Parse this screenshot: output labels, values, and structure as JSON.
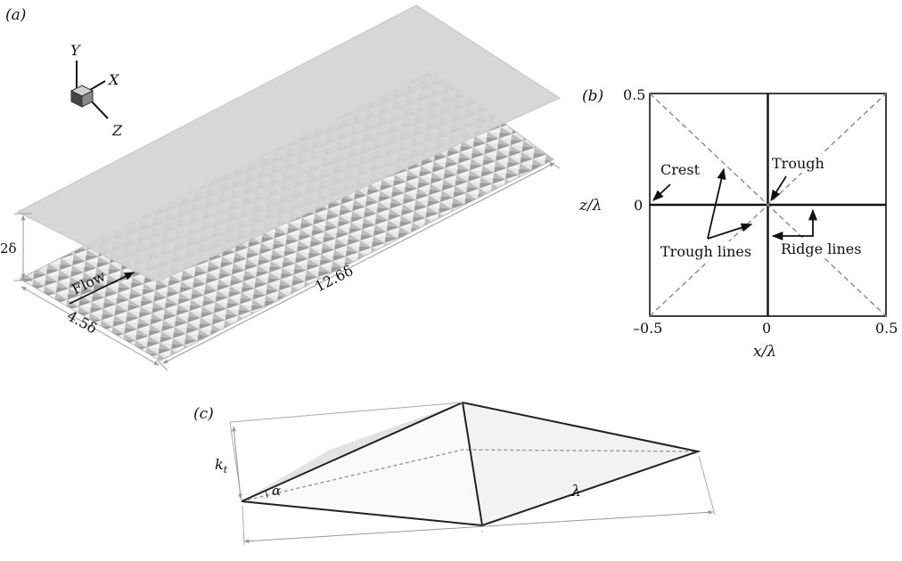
{
  "panel_a": {
    "label": "(a)",
    "axes": {
      "y": "Y",
      "x": "X",
      "z": "Z"
    },
    "dim_height": "2δ",
    "dim_length": "12.6δ",
    "dim_width": "4.5δ",
    "flow_label": "Flow"
  },
  "panel_b": {
    "label": "(b)",
    "xlabel": "x/λ",
    "ylabel": "z/λ",
    "xticks": [
      "–0.5",
      "0",
      "0.5"
    ],
    "yticks": [
      "0.5",
      "0"
    ],
    "annotations": {
      "crest": "Crest",
      "trough": "Trough",
      "trough_lines": "Trough lines",
      "ridge_lines": "Ridge lines"
    }
  },
  "panel_c": {
    "label": "(c)",
    "height_label": "kt",
    "angle_label": "α",
    "wavelength_label": "λ"
  }
}
